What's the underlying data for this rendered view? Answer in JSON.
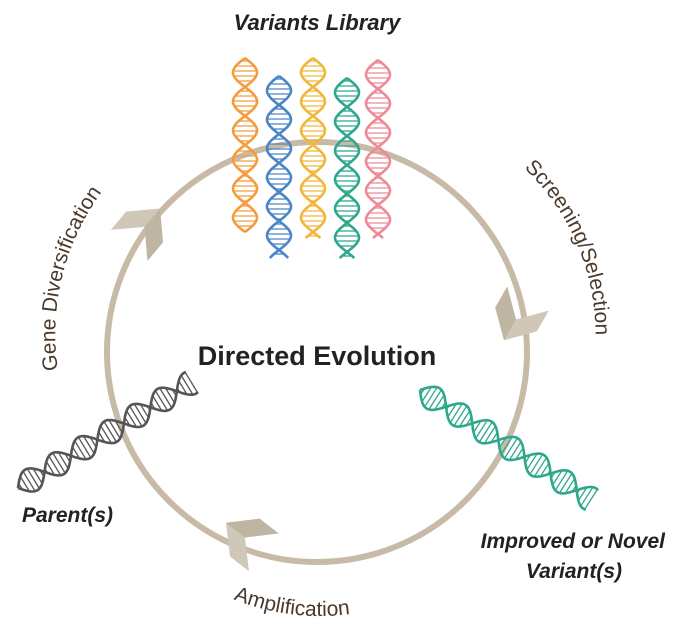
{
  "title": "Directed Evolution",
  "labels": {
    "variants_library": "Variants Library",
    "parent": "Parent(s)",
    "improved_line1": "Improved or Novel",
    "improved_line2": "Variant(s)"
  },
  "steps": {
    "screening": "Screening/Selection",
    "amplification": "Amplification",
    "diversification": "Gene Diversification"
  },
  "colors": {
    "cycle": "#c7bba8",
    "arrow": "#cfc7b8",
    "library": [
      "#f39c3d",
      "#4a86c5",
      "#f1b73a",
      "#2ea88d",
      "#ec8a96"
    ],
    "parent": "#555555",
    "improved": "#2ea88d"
  },
  "icons": {
    "library": "dna-helix-icon",
    "parent": "dna-helix-icon",
    "improved": "dna-helix-icon",
    "arrows": "chevron-arrow-icon"
  }
}
